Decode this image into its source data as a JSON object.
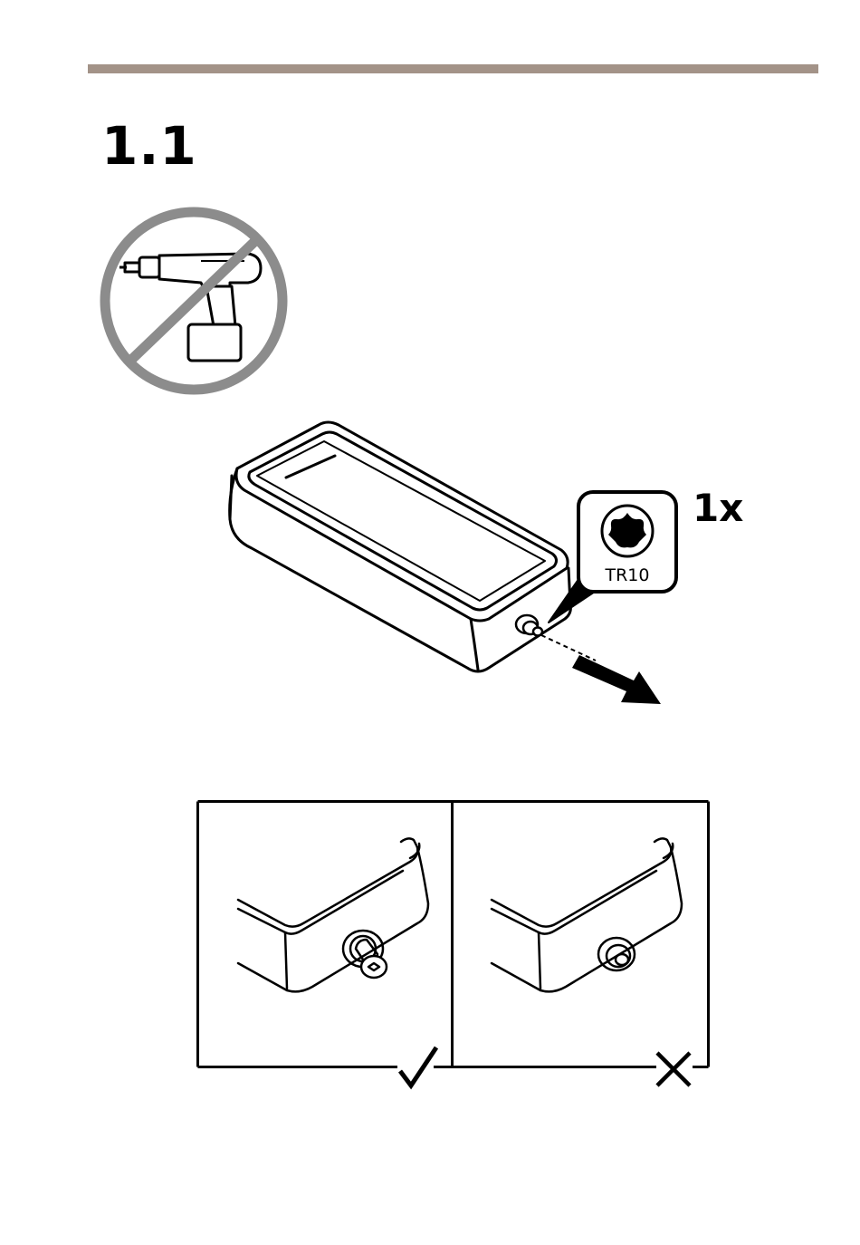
{
  "step": {
    "number": "1.1"
  },
  "colors": {
    "rule": "#a39388",
    "warning_circle": "#8c8c8c",
    "line": "#000000"
  },
  "warning": {
    "icon": "no-power-drill-icon"
  },
  "screw": {
    "type_label": "TR10",
    "quantity_label": "1x",
    "icon": "torx-screw-icon"
  },
  "comparison": {
    "correct": {
      "icon": "check-mark-icon"
    },
    "incorrect": {
      "icon": "cross-mark-icon"
    }
  }
}
